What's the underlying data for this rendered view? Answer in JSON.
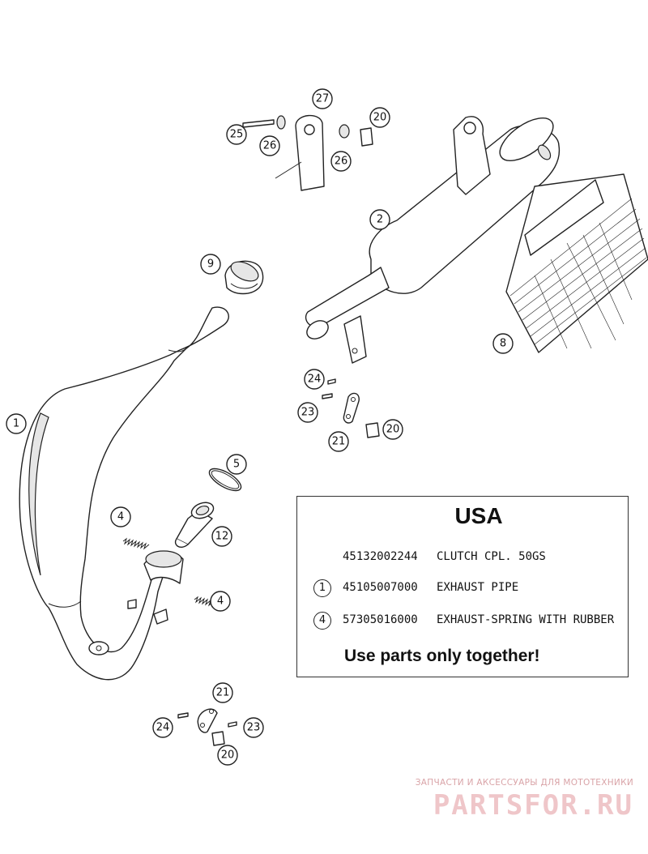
{
  "callouts": [
    "1",
    "2",
    "4",
    "4",
    "5",
    "8",
    "9",
    "12",
    "20",
    "20",
    "20",
    "21",
    "21",
    "23",
    "23",
    "24",
    "24",
    "25",
    "26",
    "26",
    "27"
  ],
  "info_box": {
    "region": "USA",
    "rows": [
      {
        "marker": "",
        "part_number": "45132002244",
        "description": "CLUTCH CPL. 50GS"
      },
      {
        "marker": "1",
        "part_number": "45105007000",
        "description": "EXHAUST PIPE"
      },
      {
        "marker": "4",
        "part_number": "57305016000",
        "description": "EXHAUST-SPRING WITH RUBBER"
      }
    ],
    "note": "Use parts only together!"
  },
  "watermark": {
    "tagline": "ЗАПЧАСТИ И АКСЕССУАРЫ ДЛЯ МОТОТЕХНИКИ",
    "logo": "PARTSFOR.RU"
  }
}
